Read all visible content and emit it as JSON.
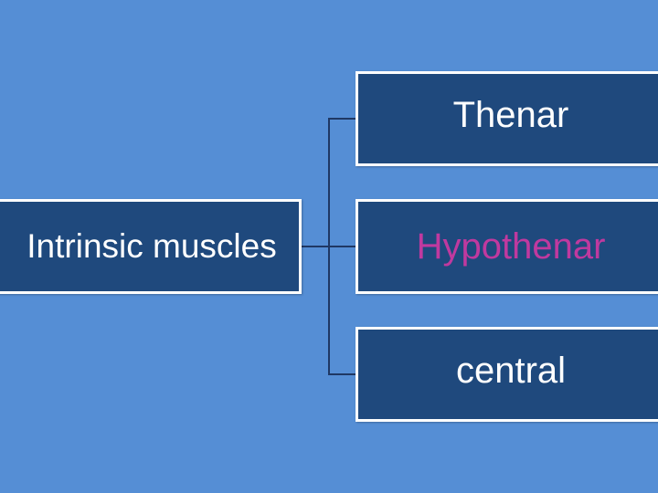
{
  "root": {
    "label": "Intrinsic muscles"
  },
  "children": [
    {
      "label": "Thenar",
      "color": "#ffffff"
    },
    {
      "label": "Hypothenar",
      "color": "#c0399f"
    },
    {
      "label": "central",
      "color": "#ffffff"
    }
  ],
  "colors": {
    "background": "#558ed5",
    "box_fill": "#1f497d",
    "box_border": "#ffffff",
    "connector": "#1f3864"
  }
}
